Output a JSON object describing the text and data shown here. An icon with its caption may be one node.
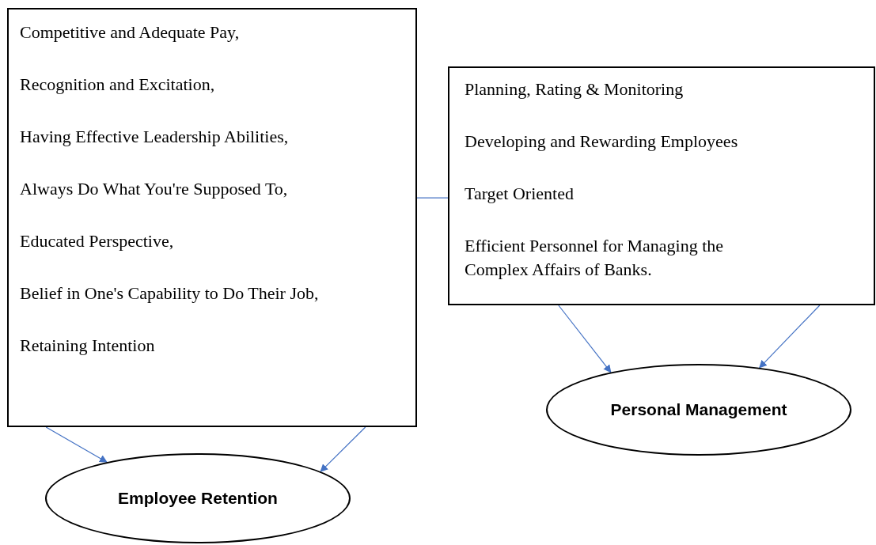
{
  "diagram": {
    "nodes": [
      {
        "text": [
          "Competitive and Adequate Pay,",
          "Recognition and Excitation,",
          "Having Effective Leadership Abilities,",
          "Always Do What You're Supposed To,",
          "Educated Perspective,",
          "Belief in One's Capability to Do Their Job,",
          "Retaining Intention"
        ]
      },
      {
        "text": [
          "Planning, Rating & Monitoring",
          "Developing and Rewarding Employees",
          "Target Oriented",
          "Efficient Personnel for Managing the Complex Affairs of Banks."
        ]
      },
      {
        "text": [
          "Employee Retention"
        ]
      },
      {
        "text": [
          "Personal Management"
        ]
      }
    ],
    "edges": [
      {
        "from": 0,
        "to": 1,
        "arrow": "none"
      },
      {
        "from": 0,
        "to": 2,
        "arrow": "to"
      },
      {
        "from": 0,
        "to": 2,
        "arrow": "to"
      },
      {
        "from": 1,
        "to": 3,
        "arrow": "to"
      },
      {
        "from": 1,
        "to": 3,
        "arrow": "to"
      }
    ]
  }
}
